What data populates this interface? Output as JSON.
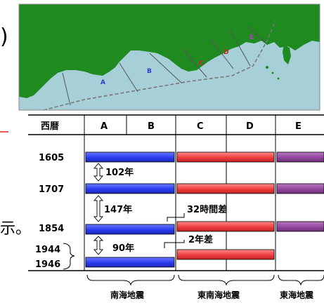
{
  "table": {
    "header": {
      "year": "西暦",
      "zones": [
        "A",
        "B",
        "C",
        "D",
        "E"
      ]
    },
    "years": {
      "y1605": "1605",
      "y1707": "1707",
      "y1854": "1854",
      "y1944": "1944",
      "y1946": "1946"
    },
    "intervals": {
      "i1": "102年",
      "i2": "147年",
      "i3": "90年"
    },
    "annotations": {
      "diff32h": "32時間差",
      "diff2y": "2年差"
    },
    "footer": {
      "nankai": "南海地震",
      "tonankai": "東南海地震",
      "tokai": "東海地震"
    }
  },
  "map": {
    "zones": [
      "A",
      "B",
      "C",
      "D",
      "E"
    ]
  },
  "background_text": {
    "bracket": ")",
    "shi": "示。"
  },
  "colors": {
    "nankai_bar": "#2b3cf0",
    "tonankai_bar": "#ee3f3f",
    "tokai_bar": "#93479e",
    "land": "#1f8a1f",
    "sea": "#a7cfd8",
    "zone_A": "#2a3fd0",
    "zone_B": "#2a3fd0",
    "zone_C": "#d02020",
    "zone_D": "#d02020",
    "zone_E": "#b040b0",
    "red_mark": "#e02020"
  }
}
